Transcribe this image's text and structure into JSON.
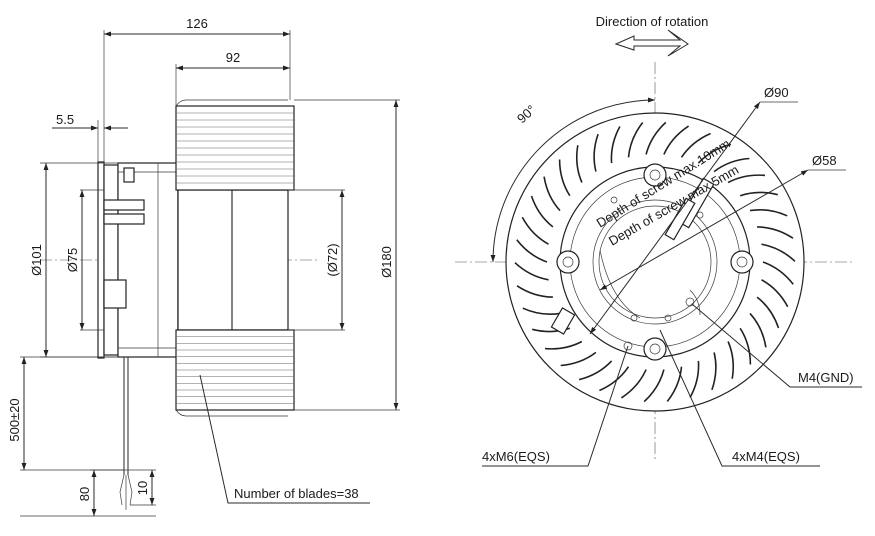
{
  "side_view": {
    "dim_overall_width": "126",
    "dim_wheel_width": "92",
    "dim_flange": "5.5",
    "dim_body_dia": "Ø101",
    "dim_hub_dia": "Ø75",
    "dim_inlet_dia": "(Ø72)",
    "dim_outer_dia": "Ø180",
    "dim_cable_length": "500±20",
    "dim_strip_length": "80",
    "dim_strip_end": "10",
    "blades_note": "Number of blades=38"
  },
  "front_view": {
    "rotation_label": "Direction of rotation",
    "angle_label": "90°",
    "dim_d90": "Ø90",
    "dim_d58": "Ø58",
    "label_gnd": "M4(GND)",
    "label_m6": "4xM6(EQS)",
    "label_m4": "4xM4(EQS)",
    "screw_note_1": "Depth of screw max.10mm",
    "screw_note_2": "Depth of screw max.5mm"
  },
  "wheel": {
    "blade_count": 38
  }
}
